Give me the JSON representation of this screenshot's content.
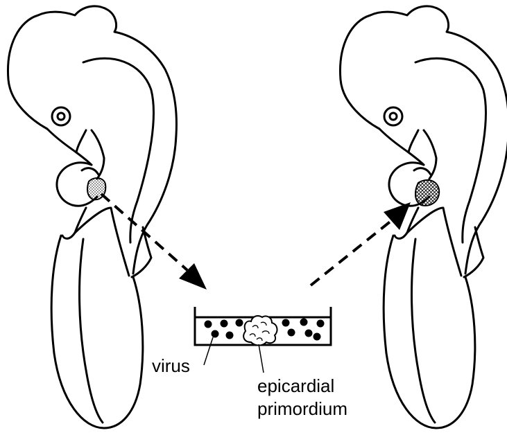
{
  "labels": {
    "virus": "virus",
    "epicardial_line1": "epicardial",
    "epicardial_line2": "primordium"
  },
  "colors": {
    "ink": "#000000",
    "paper": "#ffffff"
  }
}
